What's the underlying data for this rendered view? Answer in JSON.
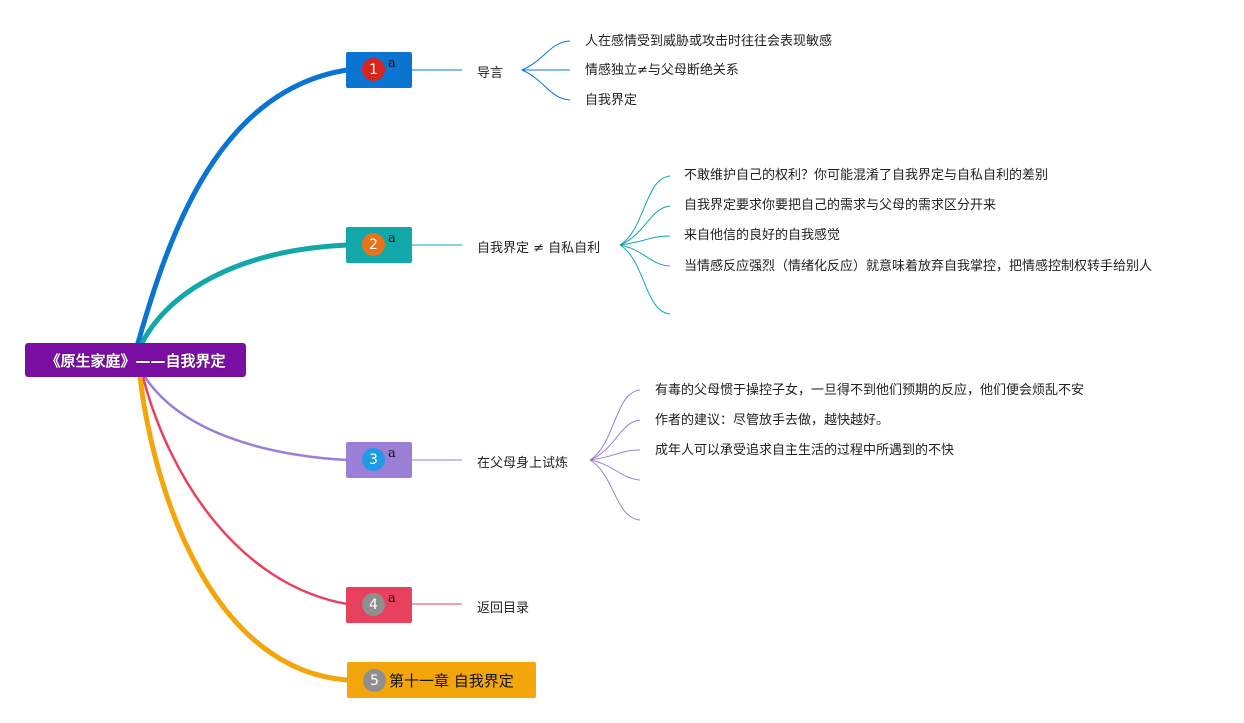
{
  "root": {
    "label": "《原生家庭》——自我界定",
    "color": "#7a0ea3"
  },
  "branches": [
    {
      "number": "1",
      "suffix": "a",
      "color": "#0a74d0",
      "badge_color": "#d9261c",
      "topic": "导言",
      "leaves": [
        "人在感情受到威胁或攻击时往往会表现敏感",
        "情感独立≠与父母断绝关系",
        "自我界定"
      ]
    },
    {
      "number": "2",
      "suffix": "a",
      "color": "#12a7a8",
      "badge_color": "#e8731a",
      "topic": "自我界定 ≠ 自私自利",
      "leaves": [
        "不敢维护自己的权利？你可能混淆了自我界定与自私自利的差别",
        "自我界定要求你要把自己的需求与父母的需求区分开来",
        "来自他信的良好的自我感觉",
        "当情感反应强烈（情绪化反应）就意味着放弃自我掌控，把情感控制权转手给别人"
      ]
    },
    {
      "number": "3",
      "suffix": "a",
      "color": "#9b7fd6",
      "badge_color": "#1e9be6",
      "topic": "在父母身上试炼",
      "leaves": [
        "有毒的父母惯于操控子女，一旦得不到他们预期的反应，他们便会烦乱不安",
        "作者的建议：尽管放手去做，越快越好。",
        "成年人可以承受追求自主生活的过程中所遇到的不快"
      ]
    },
    {
      "number": "4",
      "suffix": "a",
      "color": "#e8415e",
      "badge_color": "#8f8f8f",
      "topic": "返回目录",
      "leaves": []
    },
    {
      "number": "5",
      "suffix": "",
      "color": "#f2a60c",
      "badge_color": "#8f8f8f",
      "topic": "第十一章 自我界定",
      "leaves": []
    }
  ]
}
